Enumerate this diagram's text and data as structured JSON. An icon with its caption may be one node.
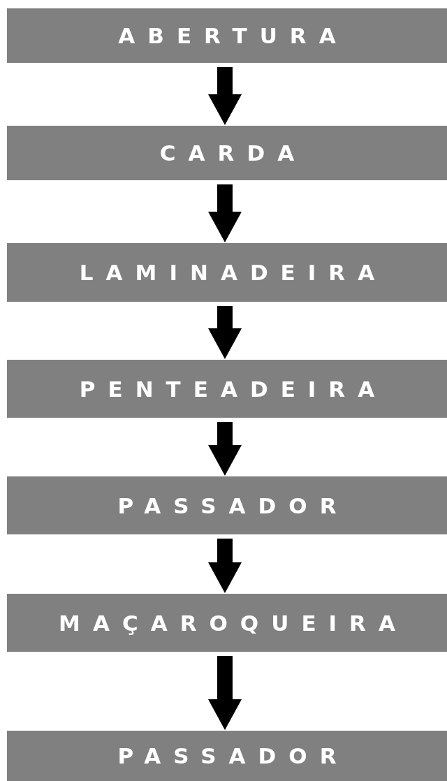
{
  "diagram": {
    "nodes": [
      {
        "text": [
          "ABERTURA"
        ]
      },
      {
        "text": [
          "CARDA"
        ]
      },
      {
        "text": [
          "LAMINADEIRA"
        ]
      },
      {
        "text": [
          "PENTEADEIRA"
        ]
      },
      {
        "text": [
          "PASSADOR"
        ]
      },
      {
        "text": [
          "MAÇAROQUEIRA"
        ]
      },
      {
        "text": [
          "PASSADOR"
        ]
      }
    ],
    "edges": [
      {
        "from": 0,
        "to": 1,
        "arrow": "to"
      },
      {
        "from": 1,
        "to": 2,
        "arrow": "to"
      },
      {
        "from": 2,
        "to": 3,
        "arrow": "to"
      },
      {
        "from": 3,
        "to": 4,
        "arrow": "to"
      },
      {
        "from": 4,
        "to": 5,
        "arrow": "to"
      },
      {
        "from": 5,
        "to": 6,
        "arrow": "to"
      }
    ]
  }
}
